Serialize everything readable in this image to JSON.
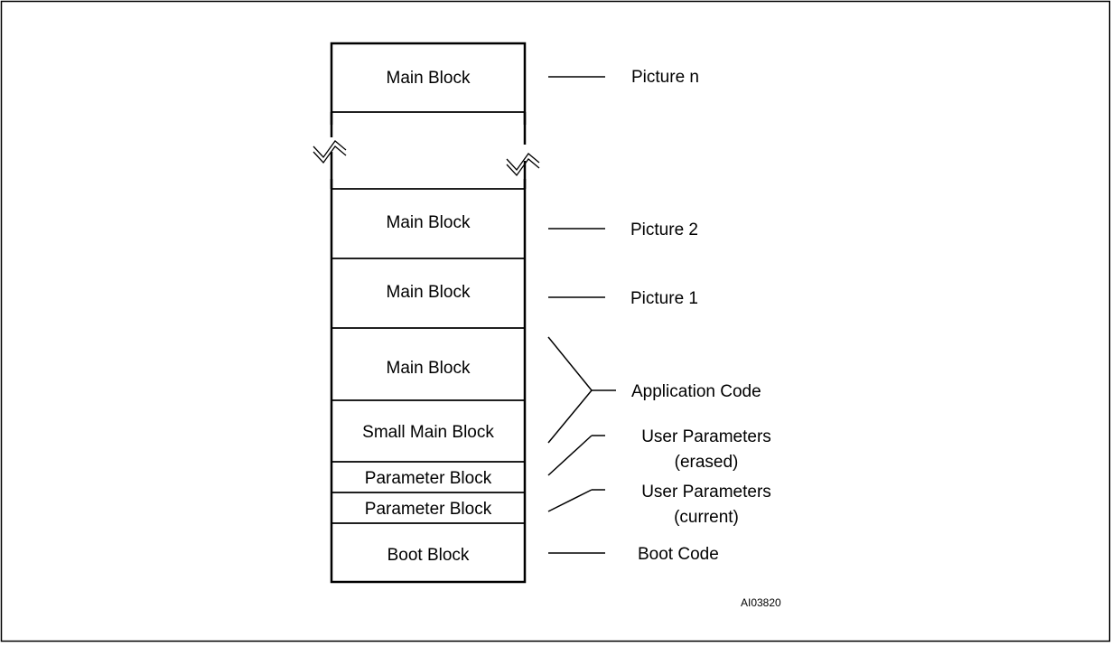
{
  "blocks": [
    {
      "label": "Main Block"
    },
    {
      "label": "Main Block"
    },
    {
      "label": "Main Block"
    },
    {
      "label": "Main Block"
    },
    {
      "label": "Small Main Block"
    },
    {
      "label": "Parameter Block"
    },
    {
      "label": "Parameter Block"
    },
    {
      "label": "Boot Block"
    }
  ],
  "labels": {
    "picture_n": "Picture n",
    "picture_2": "Picture 2",
    "picture_1": "Picture 1",
    "application_code": "Application Code",
    "user_params_erased_line1": "User Parameters",
    "user_params_erased_line2": "(erased)",
    "user_params_current_line1": "User Parameters",
    "user_params_current_line2": "(current)",
    "boot_code": "Boot Code"
  },
  "figure_id": "AI03820"
}
